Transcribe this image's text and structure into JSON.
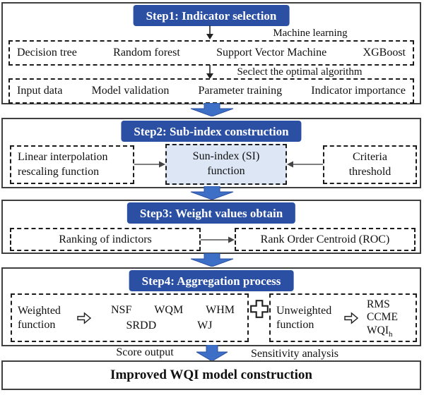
{
  "colors": {
    "header_bg": "#2b4fa2",
    "arrow_blue": "#3e6fc6",
    "arrow_blue_edge": "#2b51a3",
    "subindex_fill": "#dce6f5"
  },
  "step1": {
    "title": "Step1: Indicator selection",
    "arrow1_label": "Machine learning",
    "algorithms": [
      "Decision tree",
      "Random forest",
      "Support Vector Machine",
      "XGBoost"
    ],
    "arrow2_label": "Seclect the optimal algorithm",
    "outputs": [
      "Input data",
      "Model validation",
      "Parameter training",
      "Indicator importance"
    ]
  },
  "step2": {
    "title": "Step2: Sub-index construction",
    "left_box_line1": "Linear interpolation",
    "left_box_line2": "rescaling function",
    "center_box_line1": "Sun-index (SI)",
    "center_box_line2": "function",
    "right_box_line1": "Criteria",
    "right_box_line2": "threshold"
  },
  "step3": {
    "title": "Step3: Weight values obtain",
    "left_box": "Ranking of indictors",
    "right_box": "Rank Order Centroid (ROC)"
  },
  "step4": {
    "title": "Step4: Aggregation process",
    "weighted_line1": "Weighted",
    "weighted_line2": "function",
    "methods_row1": [
      "NSF",
      "WQM",
      "WHM"
    ],
    "methods_row2": [
      "SRDD",
      "WJ"
    ],
    "unweighted_line1": "Unweighted",
    "unweighted_line2": "function",
    "unweighted_methods": [
      "RMS",
      "CCME"
    ],
    "wqi_base": "WQI",
    "wqi_sub": "h",
    "score_label": "Score output",
    "sensitivity_label": "Sensitivity analysis"
  },
  "footer": {
    "title": "Improved WQI model construction"
  }
}
